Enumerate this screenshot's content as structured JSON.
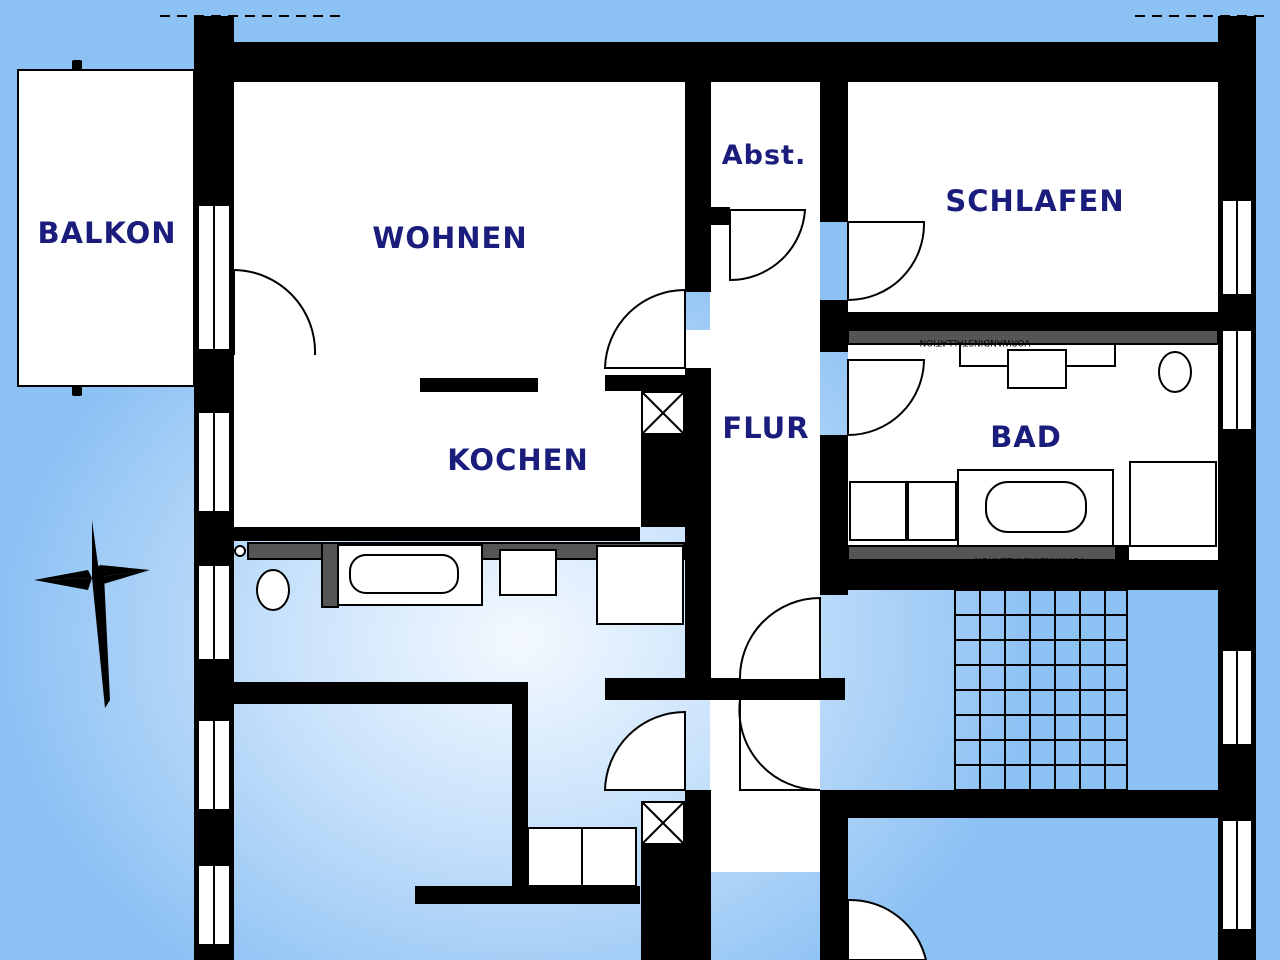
{
  "floorplan": {
    "rooms": {
      "balkon": "BALKON",
      "wohnen": "WOHNEN",
      "abst": "Abst.",
      "schlafen": "SCHLAFEN",
      "flur": "FLUR",
      "bad": "BAD",
      "kochen": "KOCHEN"
    },
    "installation_label": "VORWANDINSTALLATION"
  },
  "colors": {
    "wall": "#000000",
    "room_fill": "#ffffff",
    "label": "#1a1d7c",
    "background": "#8cc1f4"
  }
}
